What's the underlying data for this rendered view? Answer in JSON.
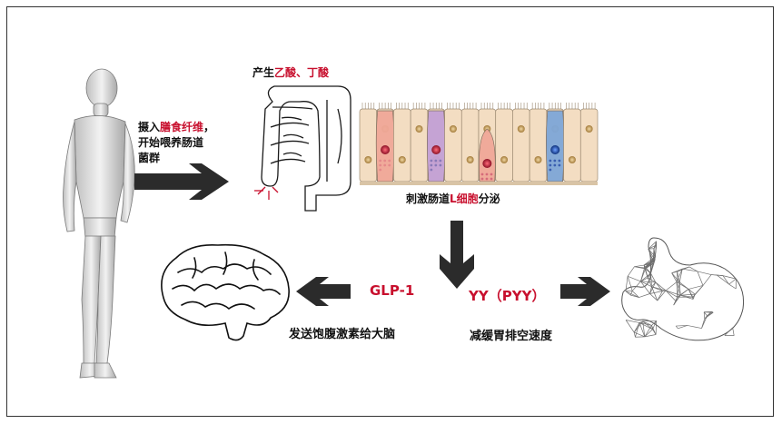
{
  "labels": {
    "intake_prefix": "摄入",
    "intake_highlight": "膳食纤维",
    "intake_suffix": "，",
    "intake_line2": "开始喂养肠道",
    "intake_line3": "菌群",
    "acid_prefix": "产生",
    "acid_highlight": "乙酸、丁酸",
    "stim_prefix": "刺激肠道",
    "stim_highlight": "L细胞",
    "stim_suffix": "分泌",
    "glp": "GLP-1",
    "pyy": "YY（PYY）",
    "brain_caption": "发送饱腹激素给大脑",
    "stomach_caption": "减缓胃排空速度"
  },
  "colors": {
    "accent_red": "#c8102e",
    "arrow": "#2b2b2b",
    "cell_base": "#f3ddc2",
    "cell_pink": "#f0a898",
    "cell_purple": "#c3a0d6",
    "cell_blue": "#7fa7d8"
  }
}
